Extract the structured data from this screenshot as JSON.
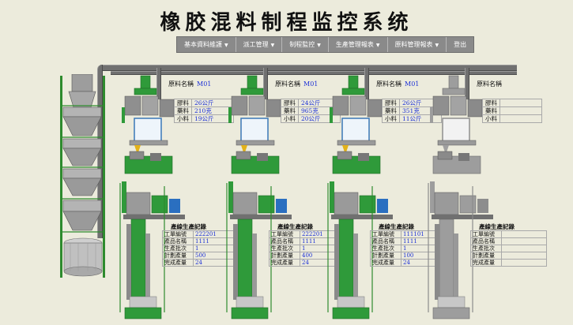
{
  "title": "橡胶混料制程监控系统",
  "menu": [
    {
      "label": "基本資料維護",
      "caret": "▼"
    },
    {
      "label": "派工管理",
      "caret": "▼"
    },
    {
      "label": "制程監控",
      "caret": "▼"
    },
    {
      "label": "生產管理報表",
      "caret": "▼"
    },
    {
      "label": "原料管理報表",
      "caret": "▼"
    },
    {
      "label": "登出",
      "caret": ""
    }
  ],
  "colors": {
    "active_machine": "#2e8b2e",
    "inactive_machine": "#8c8c8c",
    "value_text": "#1b2fd6"
  },
  "lines": [
    {
      "material_label": "原料名稱",
      "material_value": "M01",
      "materials": [
        {
          "k": "膠料",
          "v": "26公斤"
        },
        {
          "k": "藥料",
          "v": "210克"
        },
        {
          "k": "小料",
          "v": "19公斤"
        }
      ],
      "record_title": "產線生產記錄",
      "records": [
        {
          "k": "工單編號",
          "v": "222201"
        },
        {
          "k": "產品名稱",
          "v": "1111"
        },
        {
          "k": "生產批次",
          "v": "1"
        },
        {
          "k": "計劃產量",
          "v": "500"
        },
        {
          "k": "完成產量",
          "v": "24"
        }
      ]
    },
    {
      "material_label": "原料名稱",
      "material_value": "M01",
      "materials": [
        {
          "k": "膠料",
          "v": "24公斤"
        },
        {
          "k": "藥料",
          "v": "965克"
        },
        {
          "k": "小料",
          "v": "20公斤"
        }
      ],
      "record_title": "產線生產記錄",
      "records": [
        {
          "k": "工單編號",
          "v": "222201"
        },
        {
          "k": "產品名稱",
          "v": "1111"
        },
        {
          "k": "生產批次",
          "v": "1"
        },
        {
          "k": "計劃產量",
          "v": "400"
        },
        {
          "k": "完成產量",
          "v": "24"
        }
      ]
    },
    {
      "material_label": "原料名稱",
      "material_value": "M01",
      "materials": [
        {
          "k": "膠料",
          "v": "26公斤"
        },
        {
          "k": "藥料",
          "v": "351克"
        },
        {
          "k": "小料",
          "v": "11公斤"
        }
      ],
      "record_title": "產線生產記錄",
      "records": [
        {
          "k": "工單編號",
          "v": "111101"
        },
        {
          "k": "產品名稱",
          "v": "1111"
        },
        {
          "k": "生產批次",
          "v": "1"
        },
        {
          "k": "計劃產量",
          "v": "100"
        },
        {
          "k": "完成產量",
          "v": "24"
        }
      ]
    },
    {
      "material_label": "原料名稱",
      "material_value": "",
      "materials": [
        {
          "k": "膠料",
          "v": ""
        },
        {
          "k": "藥料",
          "v": ""
        },
        {
          "k": "小料",
          "v": ""
        }
      ],
      "record_title": "產線生產記錄",
      "records": [
        {
          "k": "工單編號",
          "v": ""
        },
        {
          "k": "產品名稱",
          "v": ""
        },
        {
          "k": "生產批次",
          "v": ""
        },
        {
          "k": "計劃產量",
          "v": ""
        },
        {
          "k": "完成產量",
          "v": ""
        }
      ]
    }
  ]
}
